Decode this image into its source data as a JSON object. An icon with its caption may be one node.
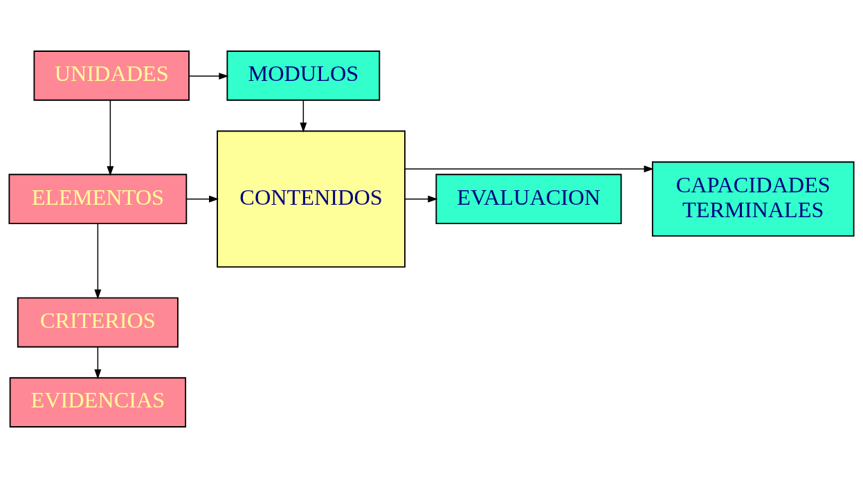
{
  "diagram": {
    "nodes": [
      {
        "text": [
          "UNIDADES"
        ]
      },
      {
        "text": [
          "MODULOS"
        ]
      },
      {
        "text": [
          "ELEMENTOS"
        ]
      },
      {
        "text": [
          "CONTENIDOS"
        ]
      },
      {
        "text": [
          "CAPACIDADES TERMINALES"
        ]
      },
      {
        "text": [
          "CRITERIOS"
        ]
      },
      {
        "text": [
          "EVALUACION"
        ]
      },
      {
        "text": [
          "EVIDENCIAS"
        ]
      }
    ],
    "edges": [
      {
        "from": 0,
        "to": 1,
        "arrow": "to"
      },
      {
        "from": 0,
        "to": 2,
        "arrow": "to"
      },
      {
        "from": 1,
        "to": 3,
        "arrow": "to"
      },
      {
        "from": 2,
        "to": 3,
        "arrow": "to"
      },
      {
        "from": 3,
        "to": 4,
        "arrow": "to"
      },
      {
        "from": 2,
        "to": 5,
        "arrow": "to"
      },
      {
        "from": 3,
        "to": 6,
        "arrow": "to"
      },
      {
        "from": 5,
        "to": 7,
        "arrow": "to"
      }
    ]
  }
}
